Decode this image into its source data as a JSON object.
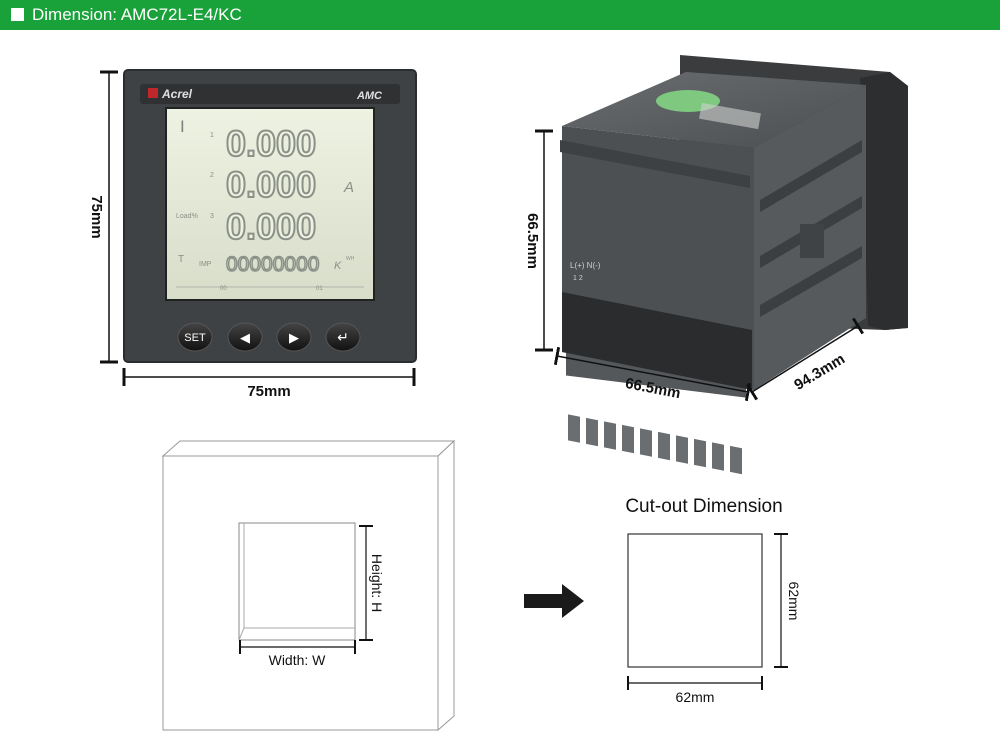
{
  "header": {
    "title": "Dimension: AMC72L-E4/KC",
    "color": "#19a23a"
  },
  "front_view": {
    "brand": "Acrel",
    "model": "AMC",
    "readings": [
      "0.000",
      "0.000",
      "0.000"
    ],
    "energy": "00000000",
    "unit_a": "A",
    "unit_k": "K",
    "unit_wh": "WH",
    "row_index_1": "1",
    "row_index_2": "2",
    "row_index_3": "3",
    "label_load": "Load%",
    "label_t": "T",
    "label_imp": "IMP",
    "tariff_left": "00",
    "tariff_right": "01",
    "buttons": [
      "SET",
      "◀",
      "▶",
      "↵"
    ],
    "width_label": "75mm",
    "height_label": "75mm"
  },
  "side_view": {
    "height_label": "66.5mm",
    "width_label": "66.5mm",
    "depth_label": "94.3mm",
    "terminal_text": "L(+) N(-)",
    "terminal_nums": "1 2"
  },
  "panel": {
    "height_label": "Height: H",
    "width_label": "Width: W"
  },
  "cutout": {
    "title": "Cut-out Dimension",
    "width_label": "62mm",
    "height_label": "62mm"
  }
}
